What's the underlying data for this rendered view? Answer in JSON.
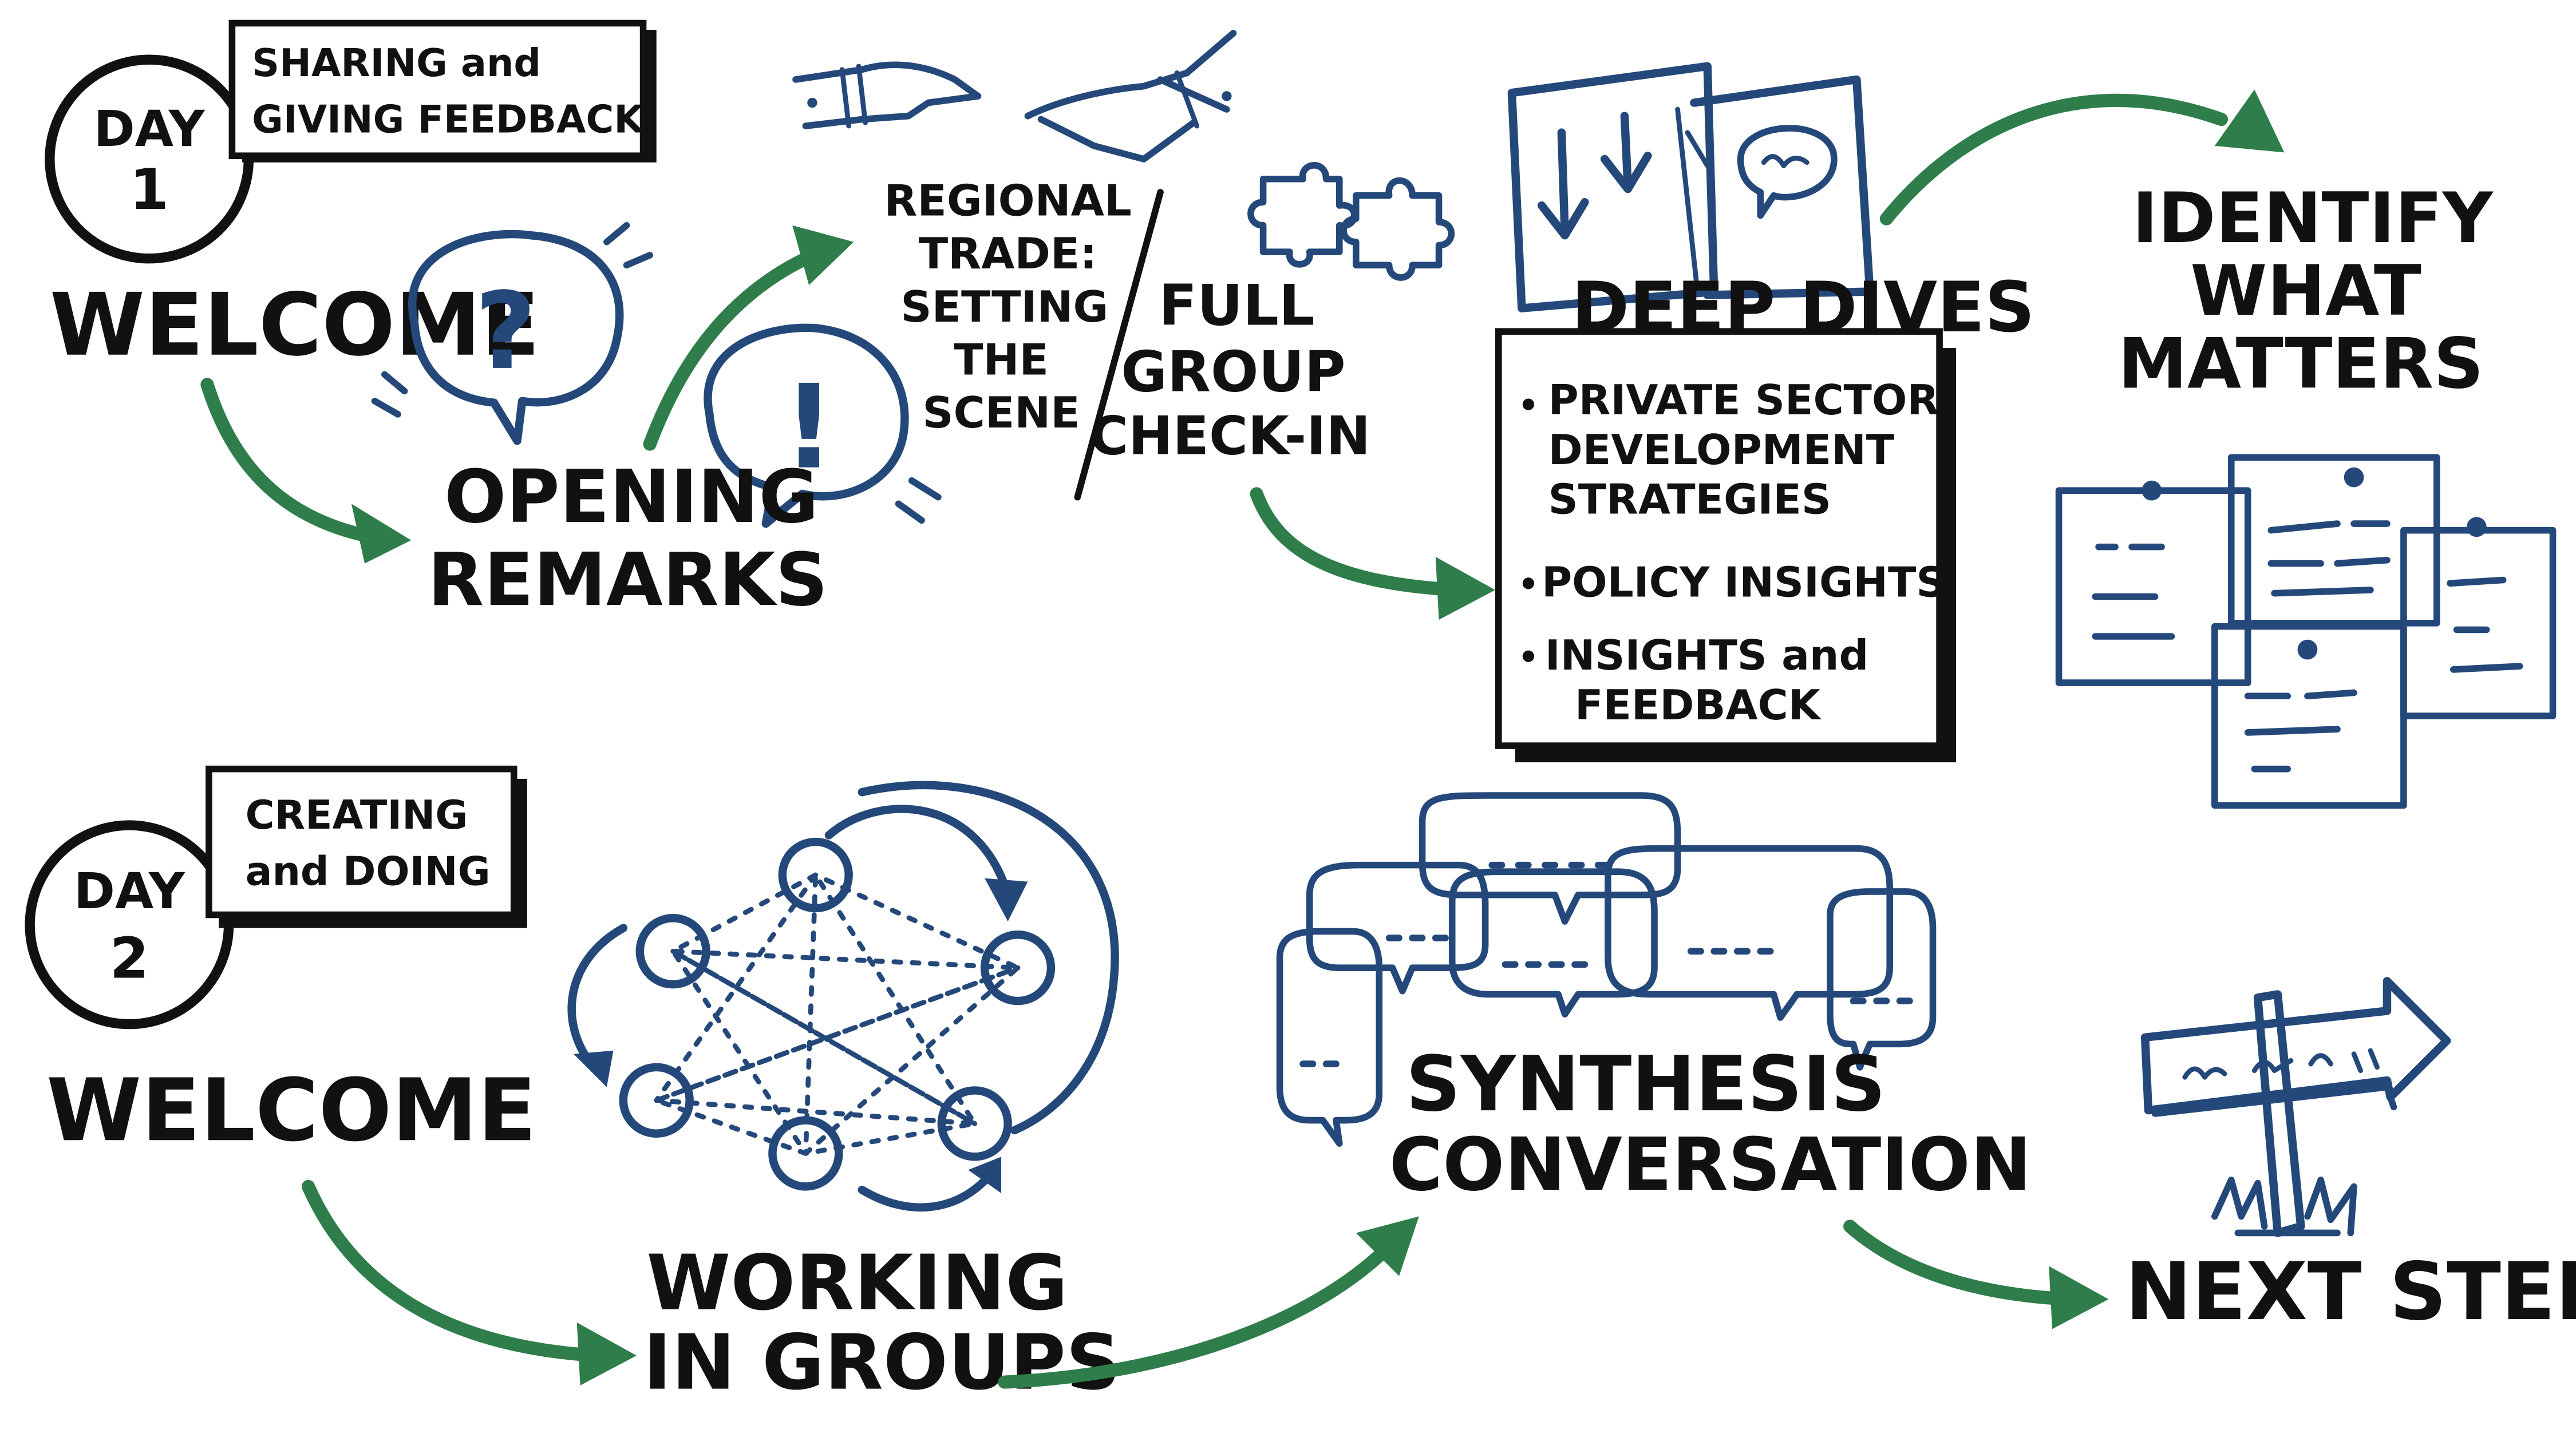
{
  "day1": {
    "day_word": "DAY",
    "day_num": "1",
    "tag_line1": "SHARING and",
    "tag_line2": "GIVING FEEDBACK",
    "welcome": "WELCOME",
    "opening_line1": "OPENING",
    "opening_line2": "REMARKS",
    "regional_lines": [
      "REGIONAL",
      "TRADE:",
      "SETTING",
      "THE",
      "SCENE"
    ],
    "checkin_lines": [
      "FULL",
      "GROUP",
      "CHECK-IN"
    ],
    "deep_dives_title": "DEEP DIVES",
    "deep_dives_items": [
      {
        "line1": "PRIVATE SECTOR",
        "line2": "DEVELOPMENT",
        "line3": "STRATEGIES"
      },
      {
        "line1": "POLICY INSIGHTS"
      },
      {
        "line1": "INSIGHTS and",
        "line2": "FEEDBACK"
      }
    ],
    "identify_lines": [
      "IDENTIFY",
      "WHAT",
      "MATTERS"
    ]
  },
  "day2": {
    "day_word": "DAY",
    "day_num": "2",
    "tag_line1": "CREATING",
    "tag_line2": "and DOING",
    "welcome": "WELCOME",
    "working_line1": "WORKING",
    "working_line2": "IN GROUPS",
    "synthesis_line1": "SYNTHESIS",
    "synthesis_line2": "CONVERSATION",
    "next_steps": "NEXT STEPS"
  },
  "colors": {
    "ink": "#111111",
    "blue": "#24487a",
    "green": "#2f7d4a"
  }
}
